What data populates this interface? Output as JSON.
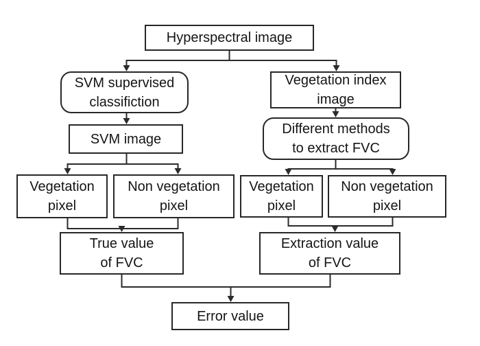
{
  "diagram": {
    "kind": "flowchart",
    "colors": {
      "background": "#ffffff",
      "box_fill": "#ffffff",
      "box_border": "#272727",
      "text": "#141414",
      "line": "#2b2b2b"
    }
  },
  "nodes": {
    "hyperspectral": {
      "line1": "Hyperspectral image"
    },
    "svm_supervised": {
      "line1": "SVM supervised",
      "line2": "classifiction"
    },
    "svm_image": {
      "line1": "SVM image"
    },
    "veg_pixel_left": {
      "line1": "Vegetation",
      "line2": "pixel"
    },
    "nonveg_pixel_left": {
      "line1": "Non vegetation",
      "line2": "pixel"
    },
    "true_value": {
      "line1": "True value",
      "line2": "of FVC"
    },
    "veg_index": {
      "line1": "Vegetation index",
      "line2": "image"
    },
    "diff_methods": {
      "line1": "Different methods",
      "line2": "to extract FVC"
    },
    "veg_pixel_right": {
      "line1": "Vegetation",
      "line2": "pixel"
    },
    "nonveg_pixel_right": {
      "line1": "Non vegetation",
      "line2": "pixel"
    },
    "extraction_value": {
      "line1": "Extraction value",
      "line2": "of FVC"
    },
    "error_value": {
      "line1": "Error value"
    }
  },
  "edges": [
    {
      "from": "hyperspectral",
      "to": "svm_supervised"
    },
    {
      "from": "hyperspectral",
      "to": "veg_index"
    },
    {
      "from": "svm_supervised",
      "to": "svm_image"
    },
    {
      "from": "svm_image",
      "to": "veg_pixel_left"
    },
    {
      "from": "svm_image",
      "to": "nonveg_pixel_left"
    },
    {
      "from": "veg_pixel_left",
      "to": "true_value"
    },
    {
      "from": "nonveg_pixel_left",
      "to": "true_value"
    },
    {
      "from": "veg_index",
      "to": "diff_methods"
    },
    {
      "from": "diff_methods",
      "to": "veg_pixel_right"
    },
    {
      "from": "diff_methods",
      "to": "nonveg_pixel_right"
    },
    {
      "from": "veg_pixel_right",
      "to": "extraction_value"
    },
    {
      "from": "nonveg_pixel_right",
      "to": "extraction_value"
    },
    {
      "from": "true_value",
      "to": "error_value"
    },
    {
      "from": "extraction_value",
      "to": "error_value"
    }
  ]
}
